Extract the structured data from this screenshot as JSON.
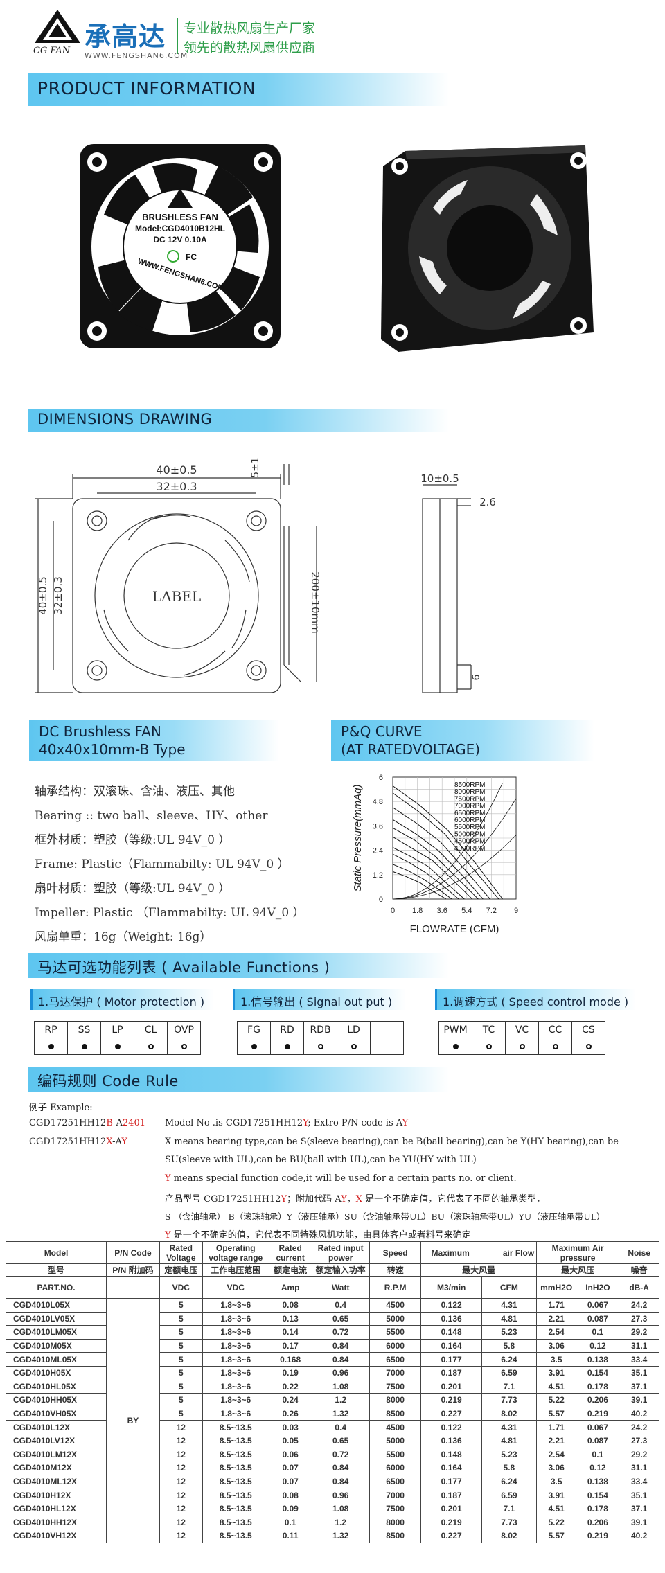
{
  "brand": {
    "logo_mark": "CG FAN",
    "name_cn": "承高达",
    "slogan1": "专业散热风扇生产厂家",
    "slogan2": "领先的散热风扇供应商",
    "website": "WWW.FENGSHAN6.COM"
  },
  "sections": {
    "product_info": "PRODUCT  INFORMATION",
    "dimensions": "DIMENSIONS  DRAWING",
    "dc_fan": "DC  Brushless  FAN",
    "dc_fan_size": "40x40x10mm-B  Type",
    "pq_title1": "P&Q  CURVE",
    "pq_title2": "(AT  RATEDVOLTAGE)",
    "functions": "马达可选功能列表 ( Available  Functions )",
    "code_rule": "编码规则 Code  Rule"
  },
  "fan_label": {
    "line1": "BRUSHLESS FAN",
    "line2": "Model:CGD4010B12HL",
    "line3": "DC 12V   0.10A",
    "line4": "WWW.FENGSHAN6.COM"
  },
  "drawing": {
    "w_outer": "40±0.5",
    "w_inner": "32±0.3",
    "h_outer": "40±0.5",
    "h_inner": "32±0.3",
    "wire_len": "200±10mm",
    "wire_tip": "5±1",
    "label": "LABEL",
    "thick": "10±0.5",
    "side_a": "2.6",
    "side_b": "6"
  },
  "specs": [
    "轴承结构：双滚珠、含油、液压、其他",
    "Bearing :: two  ball、sleeve、HY、other",
    "框外材质：塑胶（等级:UL 94V_0 ）",
    "Frame: Plastic（Flammabilty: UL 94V_0 ）",
    "扇叶材质：塑胶（等级:UL 94V_0 ）",
    "Impeller: Plastic （Flammabilty: UL 94V_0 ）",
    "风扇单重：16g（Weight: 16g）"
  ],
  "chart_data": {
    "type": "line",
    "title": "",
    "xlabel": "FLOWRATE (CFM)",
    "ylabel": "Static  Pressure(mmAq)",
    "xlim": [
      0,
      9
    ],
    "ylim": [
      0,
      6
    ],
    "xticks": [
      "0",
      "1.8",
      "3.6",
      "5.4",
      "7.2",
      "9"
    ],
    "yticks": [
      "0",
      "1.2",
      "2.4",
      "3.6",
      "4.8",
      "6"
    ],
    "series": [
      {
        "name": "8500RPM",
        "x": [
          0,
          2.0,
          4.0,
          6.0,
          8.02
        ],
        "y": [
          5.57,
          4.6,
          3.4,
          1.8,
          0
        ]
      },
      {
        "name": "8000RPM",
        "x": [
          0,
          1.9,
          3.8,
          5.6,
          7.73
        ],
        "y": [
          5.22,
          4.3,
          3.2,
          1.7,
          0
        ]
      },
      {
        "name": "7500RPM",
        "x": [
          0,
          1.8,
          3.5,
          5.2,
          7.1
        ],
        "y": [
          4.51,
          3.7,
          2.8,
          1.5,
          0
        ]
      },
      {
        "name": "7000RPM",
        "x": [
          0,
          1.7,
          3.3,
          4.9,
          6.59
        ],
        "y": [
          3.91,
          3.2,
          2.4,
          1.3,
          0
        ]
      },
      {
        "name": "6500RPM",
        "x": [
          0,
          1.6,
          3.1,
          4.6,
          6.24
        ],
        "y": [
          3.5,
          2.9,
          2.1,
          1.1,
          0
        ]
      },
      {
        "name": "6000RPM",
        "x": [
          0,
          1.4,
          2.9,
          4.3,
          5.8
        ],
        "y": [
          3.06,
          2.5,
          1.9,
          1.0,
          0
        ]
      },
      {
        "name": "5500RPM",
        "x": [
          0,
          1.3,
          2.6,
          3.9,
          5.23
        ],
        "y": [
          2.54,
          2.1,
          1.6,
          0.8,
          0
        ]
      },
      {
        "name": "5000RPM",
        "x": [
          0,
          1.2,
          2.4,
          3.6,
          4.81
        ],
        "y": [
          2.21,
          1.8,
          1.3,
          0.7,
          0
        ]
      },
      {
        "name": "4500RPM",
        "x": [
          0,
          1.1,
          2.2,
          3.3,
          4.31
        ],
        "y": [
          1.71,
          1.4,
          1.0,
          0.5,
          0
        ]
      },
      {
        "name": "4000RPM",
        "x": [
          0,
          1.0,
          2.0,
          2.9,
          3.9
        ],
        "y": [
          1.35,
          1.1,
          0.8,
          0.4,
          0
        ]
      }
    ]
  },
  "functions": [
    {
      "title": "1.马达保护 ( Motor  protection )",
      "items": [
        "RP",
        "SS",
        "LP",
        "CL",
        "OVP"
      ],
      "marks": [
        "filled",
        "filled",
        "filled",
        "open",
        "open"
      ]
    },
    {
      "title": "1.信号输出 ( Signal  out  put )",
      "items": [
        "FG",
        "RD",
        "RDB",
        "LD"
      ],
      "marks": [
        "filled",
        "filled",
        "open",
        "open"
      ]
    },
    {
      "title": "1.调速方式 ( Speed  control mode )",
      "items": [
        "PWM",
        "TC",
        "VC",
        "CC",
        "CS"
      ],
      "marks": [
        "filled",
        "open",
        "open",
        "open",
        "open"
      ]
    }
  ],
  "code_rule": {
    "example_label": "例子 Example:",
    "ex1_a": "CGD17251HH12",
    "ex1_b": "B",
    "ex1_c": "-A",
    "ex1_d": "2401",
    "ex2_a": "CGD17251HH12",
    "ex2_b": "X",
    "ex2_c": "-A",
    "ex2_d": "Y",
    "model_line_a": "Model  No .is  CGD17251HH12",
    "model_line_b": "Y",
    "model_line_c": "; Extro  P/N  code  is  A",
    "model_line_d": "Y",
    "x_line1": "X  means bearing type,can be S(sleeve bearing),can be B(ball bearing),can be Y(HY bearing),can be",
    "x_line2": "SU(sleeve with UL),can be BU(ball with UL),can be YU(HY with UL)",
    "y_line_a": "Y",
    "y_line_b": " means special function code,it will be used for a certain parts no. or client.",
    "cn1_a": "产品型号  CGD17251HH12",
    "cn1_b": "Y",
    "cn1_c": "；附加代码  A",
    "cn1_d": "Y",
    "cn1_e": "，",
    "cn1_f": "X",
    "cn1_g": " 是一个不确定值，它代表了不同的轴承类型，",
    "cn2": "S （含油轴承） B（滚珠轴承）Y（液压轴承）SU（含油轴承带UL）BU（滚珠轴承带UL）YU（液压轴承带UL）",
    "cn3_a": "Y",
    "cn3_b": " 是一个不确定的值，它代表不同特殊风机功能，由具体客户或者料号来确定"
  },
  "table": {
    "h1": [
      "Model",
      "P/N Code",
      "Rated Voltage",
      "Operating voltage range",
      "Rated current",
      "Rated input power",
      "Speed",
      "Maximum",
      "air Flow",
      "Maximum Air pressure",
      "Noise"
    ],
    "h2": [
      "型号",
      "P/N 附加码",
      "定额电压",
      "工作电压范围",
      "额定电流",
      "额定输入功率",
      "转速",
      "最大风量",
      "最大风压",
      "噪音"
    ],
    "h3": [
      "PART.NO.",
      "",
      "VDC",
      "VDC",
      "Amp",
      "Watt",
      "R.P.M",
      "M3/min",
      "CFM",
      "mmH2O",
      "InH2O",
      "dB-A"
    ],
    "pn_code": "BY",
    "rows": [
      [
        "CGD4010L05X",
        "5",
        "1.8~3~6",
        "0.08",
        "0.4",
        "4500",
        "0.122",
        "4.31",
        "1.71",
        "0.067",
        "24.2"
      ],
      [
        "CGD4010LV05X",
        "5",
        "1.8~3~6",
        "0.13",
        "0.65",
        "5000",
        "0.136",
        "4.81",
        "2.21",
        "0.087",
        "27.3"
      ],
      [
        "CGD4010LM05X",
        "5",
        "1.8~3~6",
        "0.14",
        "0.72",
        "5500",
        "0.148",
        "5.23",
        "2.54",
        "0.1",
        "29.2"
      ],
      [
        "CGD4010M05X",
        "5",
        "1.8~3~6",
        "0.17",
        "0.84",
        "6000",
        "0.164",
        "5.8",
        "3.06",
        "0.12",
        "31.1"
      ],
      [
        "CGD4010ML05X",
        "5",
        "1.8~3~6",
        "0.168",
        "0.84",
        "6500",
        "0.177",
        "6.24",
        "3.5",
        "0.138",
        "33.4"
      ],
      [
        "CGD4010H05X",
        "5",
        "1.8~3~6",
        "0.19",
        "0.96",
        "7000",
        "0.187",
        "6.59",
        "3.91",
        "0.154",
        "35.1"
      ],
      [
        "CGD4010HL05X",
        "5",
        "1.8~3~6",
        "0.22",
        "1.08",
        "7500",
        "0.201",
        "7.1",
        "4.51",
        "0.178",
        "37.1"
      ],
      [
        "CGD4010HH05X",
        "5",
        "1.8~3~6",
        "0.24",
        "1.2",
        "8000",
        "0.219",
        "7.73",
        "5.22",
        "0.206",
        "39.1"
      ],
      [
        "CGD4010VH05X",
        "5",
        "1.8~3~6",
        "0.26",
        "1.32",
        "8500",
        "0.227",
        "8.02",
        "5.57",
        "0.219",
        "40.2"
      ],
      [
        "CGD4010L12X",
        "12",
        "8.5~13.5",
        "0.03",
        "0.4",
        "4500",
        "0.122",
        "4.31",
        "1.71",
        "0.067",
        "24.2"
      ],
      [
        "CGD4010LV12X",
        "12",
        "8.5~13.5",
        "0.05",
        "0.65",
        "5000",
        "0.136",
        "4.81",
        "2.21",
        "0.087",
        "27.3"
      ],
      [
        "CGD4010LM12X",
        "12",
        "8.5~13.5",
        "0.06",
        "0.72",
        "5500",
        "0.148",
        "5.23",
        "2.54",
        "0.1",
        "29.2"
      ],
      [
        "CGD4010M12X",
        "12",
        "8.5~13.5",
        "0.07",
        "0.84",
        "6000",
        "0.164",
        "5.8",
        "3.06",
        "0.12",
        "31.1"
      ],
      [
        "CGD4010ML12X",
        "12",
        "8.5~13.5",
        "0.07",
        "0.84",
        "6500",
        "0.177",
        "6.24",
        "3.5",
        "0.138",
        "33.4"
      ],
      [
        "CGD4010H12X",
        "12",
        "8.5~13.5",
        "0.08",
        "0.96",
        "7000",
        "0.187",
        "6.59",
        "3.91",
        "0.154",
        "35.1"
      ],
      [
        "CGD4010HL12X",
        "12",
        "8.5~13.5",
        "0.09",
        "1.08",
        "7500",
        "0.201",
        "7.1",
        "4.51",
        "0.178",
        "37.1"
      ],
      [
        "CGD4010HH12X",
        "12",
        "8.5~13.5",
        "0.1",
        "1.2",
        "8000",
        "0.219",
        "7.73",
        "5.22",
        "0.206",
        "39.1"
      ],
      [
        "CGD4010VH12X",
        "12",
        "8.5~13.5",
        "0.11",
        "1.32",
        "8500",
        "0.227",
        "8.02",
        "5.57",
        "0.219",
        "40.2"
      ]
    ]
  },
  "colors": {
    "accent": "#5ec6f0",
    "red": "#d21a1a",
    "logo_blue": "#1a6fb8",
    "slogan_green": "#2e9e4a"
  }
}
